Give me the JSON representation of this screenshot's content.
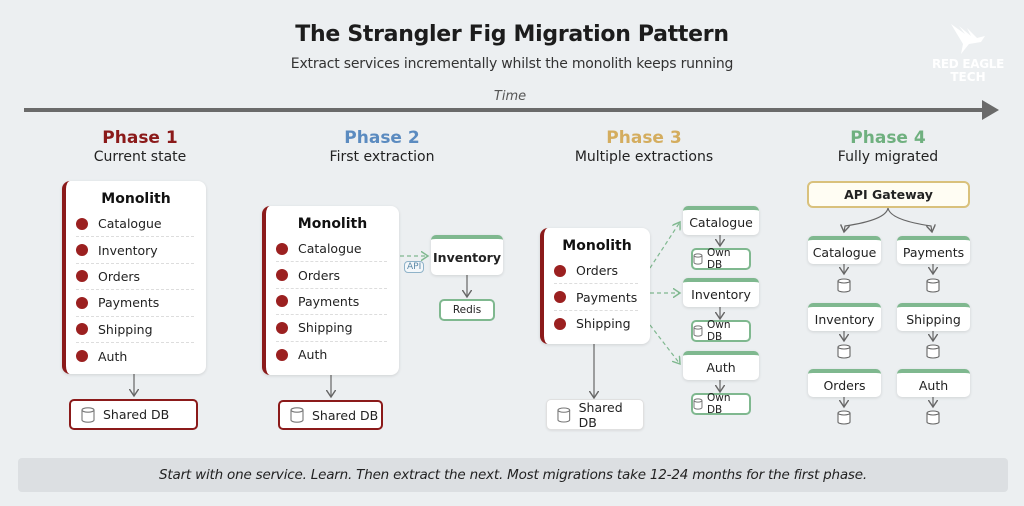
{
  "header": {
    "title": "The Strangler Fig Migration Pattern",
    "subtitle": "Extract services incrementally whilst the monolith keeps running"
  },
  "logo": {
    "line1": "RED EAGLE",
    "line2": "TECH",
    "icon": "eagle-icon"
  },
  "timeline": {
    "label": "Time"
  },
  "colors": {
    "phase1": "#8b1a1a",
    "phase2": "#5b8bc0",
    "phase3": "#d4ad5f",
    "phase4": "#6fb07f",
    "monolith_accent": "#8b1a1a",
    "service_accent": "#7fb88f",
    "gateway_border": "#d9c17c"
  },
  "phases": [
    {
      "name": "Phase 1",
      "description": "Current state",
      "monolith": {
        "title": "Monolith",
        "modules": [
          "Catalogue",
          "Inventory",
          "Orders",
          "Payments",
          "Shipping",
          "Auth"
        ]
      },
      "database": "Shared DB"
    },
    {
      "name": "Phase 2",
      "description": "First extraction",
      "monolith": {
        "title": "Monolith",
        "modules": [
          "Catalogue",
          "Orders",
          "Payments",
          "Shipping",
          "Auth"
        ]
      },
      "database": "Shared DB",
      "api_label": "API",
      "services": [
        {
          "name": "Inventory",
          "database": "Redis"
        }
      ]
    },
    {
      "name": "Phase 3",
      "description": "Multiple extractions",
      "monolith": {
        "title": "Monolith",
        "modules": [
          "Orders",
          "Payments",
          "Shipping"
        ]
      },
      "database": "Shared DB",
      "services": [
        {
          "name": "Catalogue",
          "database": "Own DB"
        },
        {
          "name": "Inventory",
          "database": "Own DB"
        },
        {
          "name": "Auth",
          "database": "Own DB"
        }
      ]
    },
    {
      "name": "Phase 4",
      "description": "Fully migrated",
      "gateway": "API Gateway",
      "services": [
        "Catalogue",
        "Payments",
        "Inventory",
        "Shipping",
        "Orders",
        "Auth"
      ]
    }
  ],
  "footer": {
    "note": "Start with one service. Learn. Then extract the next. Most migrations take 12-24 months for the first phase."
  }
}
